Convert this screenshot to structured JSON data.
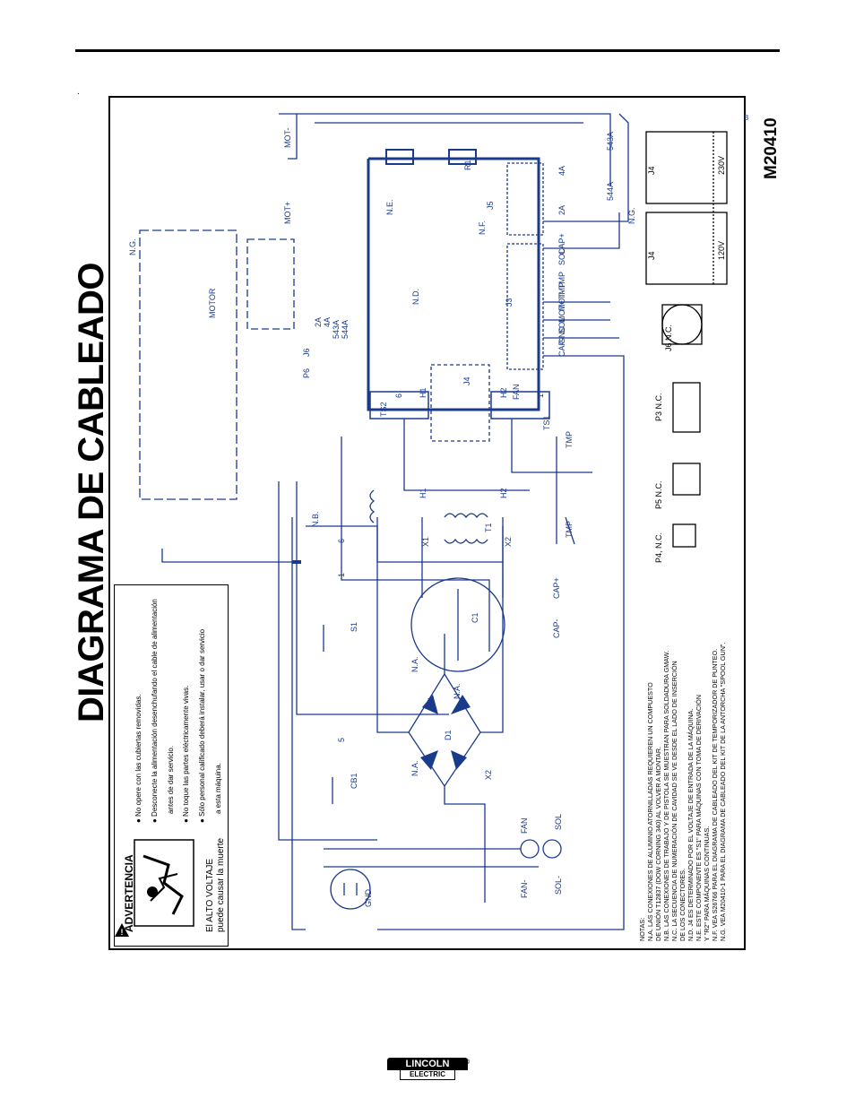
{
  "page": {
    "title": "DIAGRAMA DE CABLEADO",
    "diagram_code": "M20410",
    "revision": "B",
    "marker": "."
  },
  "warning": {
    "heading": "ADVERTENCIA",
    "sub_line1": "El ALTO VOLTAJE",
    "sub_line2": "puede causar la muerte",
    "bullets": [
      "No opere con las cubiertas removidas.",
      "Desconecte la alimentación desenchufando el cable de alimentación",
      "antes de dar servicio.",
      "No toque las partes eléctricamente vivas.",
      "Sólo personal calificado deberá instalar, usar o dar servicio",
      "a esta máquina."
    ]
  },
  "notes": {
    "heading": "NOTAS:",
    "lines": [
      "N.A.   LAS CONEXIONES DE ALUMINIO ATORNILLADAS REQUIEREN UN COMPUESTO",
      "          DE UNIÓN T12837 (DOW CORNING 340) AL VOLVER A MONTAR.",
      "N.B.  LAS CONEXIONES DE TRABAJO Y DE PISTOLA SE MUESTRAN PARA SOLDADURA GMAW.",
      "N.C.  LA SECUENCIA DE NUMERACIÓN DE CAVIDAD SE VE DESDE EL LADO DE INSERCIÓN",
      "          DE LOS CONECTORES.",
      "N.D.  J4 ES DETERMINADO POR EL VOLTAJE DE ENTRADA DE LA MÁQUINA.",
      "N.E.  ESTE COMPONENTE ES \"S1\" PARA MÁQUINAS CON TOMA DE DERIVACIÓN",
      "          Y \"R2\" PARA MÁQUINAS CONTINUAS.",
      "N.F.  VEA S26766 PARA EL DIAGRAMA DE CABLEADO DEL KIT DE TEMPORIZADOR DE PUNTEO.",
      "N.G.  VEA M20410-1 PARA EL DIAGRAMA DE CABLEADO DEL KIT DE LA ANTORCHA \"SPOOL GUN\"."
    ]
  },
  "labels": {
    "motor": "MOTOR",
    "mot_plus": "MOT+",
    "mot_minus": "MOT-",
    "ng1": "N.G.",
    "ng2": "N.G.",
    "nb": "N.B.",
    "nd": "N.D.",
    "ne": "N.E.",
    "nf": "N.F.",
    "na1": "N.A.",
    "na2": "N.A.",
    "na3": "N.A.",
    "p6": "P6",
    "j6": "J6",
    "w2a": "2A",
    "w4a": "4A",
    "w543a": "543A",
    "w544a": "544A",
    "ts2": "TS2",
    "ts1": "TS1",
    "n6": "6",
    "n1": "1",
    "h1": "H1",
    "h2": "H2",
    "fan": "FAN",
    "j4": "J4",
    "r1": "R1",
    "j5": "J5",
    "j3": "J3",
    "t1": "T1",
    "c1": "C1",
    "d1": "D1",
    "x1": "X1",
    "x2": "X2",
    "tmp": "TMP",
    "cap_plus": "CAP+",
    "cap_minus": "CAP-",
    "s1": "S1",
    "cb1": "CB1",
    "w5": "5",
    "w1": "1",
    "w6": "6",
    "fan_plus": "FAN",
    "fan_minus": "FAN-",
    "sol_plus": "SOL",
    "sol_minus": "SOL-",
    "gnd": "GND",
    "j3_pins": [
      "CAP",
      "GND",
      "SOL",
      "MOT+",
      "MOT-",
      "TMP",
      "TMP",
      "SOL",
      "CAP+"
    ],
    "j5_pins": [
      "4A",
      "2A"
    ],
    "j6nc": "J6 N.C.",
    "j4_120": "120V",
    "j4_230": "230V",
    "p3nc": "P3 N.C.",
    "p5nc": "P5 N.C.",
    "p4nc": "P4, N.C."
  },
  "logo": {
    "line1": "LINCOLN",
    "line2": "ELECTRIC",
    "reg": "®"
  },
  "colors": {
    "wire": "#1a3a8c",
    "text": "#000000",
    "frame": "#000000"
  }
}
